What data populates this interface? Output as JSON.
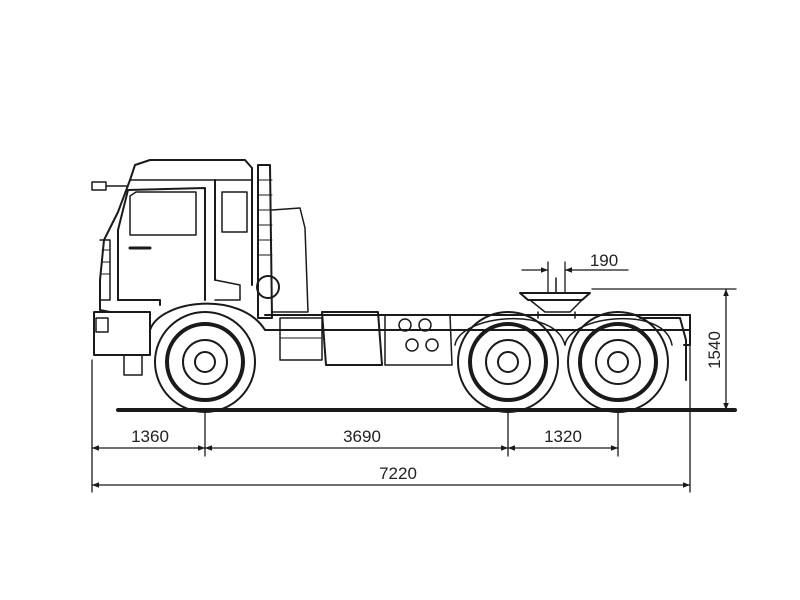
{
  "dimensions": {
    "front_overhang": "1360",
    "wheelbase_front": "3690",
    "wheelbase_rear": "1320",
    "overall_length": "7220",
    "fifth_wheel_offset": "190",
    "fifth_wheel_height": "1540"
  },
  "colors": {
    "line": "#1a1a1a",
    "text": "#222222",
    "background": "#ffffff"
  }
}
